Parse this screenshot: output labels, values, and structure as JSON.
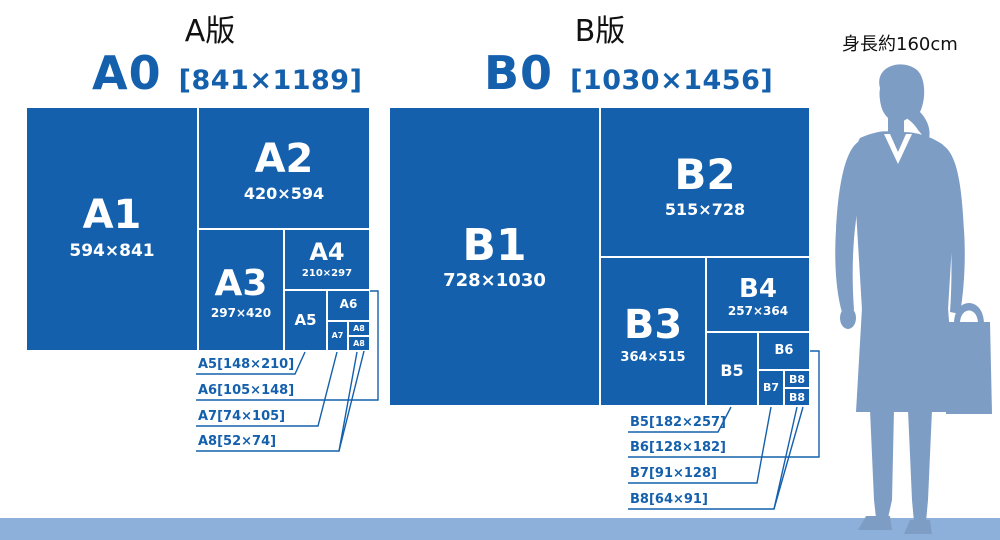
{
  "a_series": {
    "heading": "A版",
    "title": "A0",
    "title_dims": "[841×1189]",
    "sheets": {
      "A1": {
        "name": "A1",
        "dims": "594×841"
      },
      "A2": {
        "name": "A2",
        "dims": "420×594"
      },
      "A3": {
        "name": "A3",
        "dims": "297×420"
      },
      "A4": {
        "name": "A4",
        "dims": "210×297"
      },
      "A5": {
        "name": "A5"
      },
      "A6": {
        "name": "A6"
      },
      "A7": {
        "name": "A7"
      },
      "A8a": {
        "name": "A8"
      },
      "A8b": {
        "name": "A8"
      }
    },
    "callouts": [
      "A5[148×210]",
      "A6[105×148]",
      "A7[74×105]",
      "A8[52×74]"
    ]
  },
  "b_series": {
    "heading": "B版",
    "title": "B0",
    "title_dims": "[1030×1456]",
    "sheets": {
      "B1": {
        "name": "B1",
        "dims": "728×1030"
      },
      "B2": {
        "name": "B2",
        "dims": "515×728"
      },
      "B3": {
        "name": "B3",
        "dims": "364×515"
      },
      "B4": {
        "name": "B4",
        "dims": "257×364"
      },
      "B5": {
        "name": "B5"
      },
      "B6": {
        "name": "B6"
      },
      "B7": {
        "name": "B7"
      },
      "B8a": {
        "name": "B8"
      },
      "B8b": {
        "name": "B8"
      }
    },
    "callouts": [
      "B5[182×257]",
      "B6[128×182]",
      "B7[91×128]",
      "B8[64×91]"
    ]
  },
  "person": {
    "height_label": "身長約160cm"
  },
  "colors": {
    "paper": "#1460ac",
    "callout": "#1460ac",
    "silhouette": "#7e9dc4",
    "ground": "#8db0da"
  }
}
